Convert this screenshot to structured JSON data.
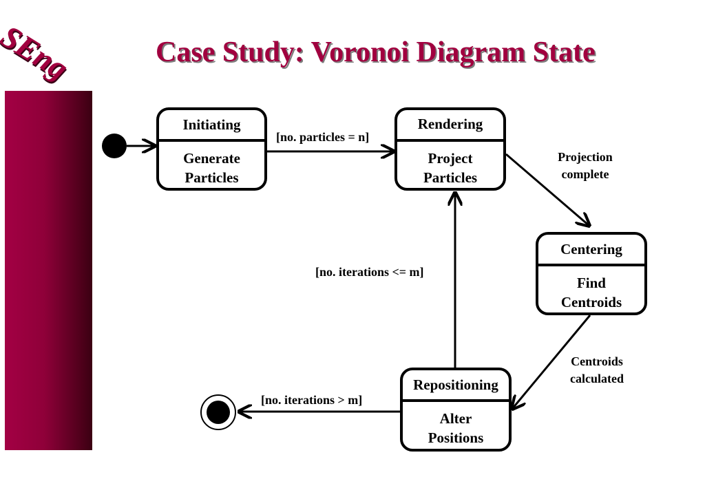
{
  "title": "Case Study: Voronoi Diagram State",
  "logo": "SEng",
  "states": {
    "initiating": {
      "name": "Initiating",
      "activity": "Generate\nParticles"
    },
    "rendering": {
      "name": "Rendering",
      "activity": "Project\nParticles"
    },
    "centering": {
      "name": "Centering",
      "activity": "Find\nCentroids"
    },
    "repositioning": {
      "name": "Repositioning",
      "activity": "Alter\nPositions"
    }
  },
  "transitions": {
    "init_to_render": "[no. particles = n]",
    "render_to_center": "Projection complete",
    "center_to_reposition": "Centroids calculated",
    "reposition_to_render": "[no. iterations <= m]",
    "reposition_to_final": "[no. iterations > m]"
  },
  "colors": {
    "accent": "#a1003f",
    "sidebar_dark": "#3b0012"
  }
}
